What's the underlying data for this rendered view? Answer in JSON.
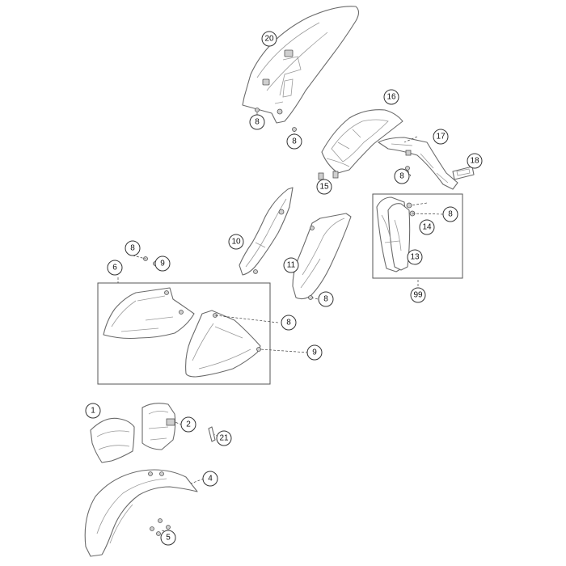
{
  "callouts": [
    {
      "id": "c20",
      "label": "20"
    },
    {
      "id": "c8a",
      "label": "8"
    },
    {
      "id": "c8b",
      "label": "8"
    },
    {
      "id": "c16",
      "label": "16"
    },
    {
      "id": "c17",
      "label": "17"
    },
    {
      "id": "c18",
      "label": "18"
    },
    {
      "id": "c8c",
      "label": "8"
    },
    {
      "id": "c15",
      "label": "15"
    },
    {
      "id": "c8d",
      "label": "8"
    },
    {
      "id": "c14",
      "label": "14"
    },
    {
      "id": "c13",
      "label": "13"
    },
    {
      "id": "c99",
      "label": "99"
    },
    {
      "id": "c10",
      "label": "10"
    },
    {
      "id": "c11",
      "label": "11"
    },
    {
      "id": "c8e",
      "label": "8"
    },
    {
      "id": "c8f",
      "label": "8"
    },
    {
      "id": "c9a",
      "label": "9"
    },
    {
      "id": "c6",
      "label": "6"
    },
    {
      "id": "c8g",
      "label": "8"
    },
    {
      "id": "c9b",
      "label": "9"
    },
    {
      "id": "c1",
      "label": "1"
    },
    {
      "id": "c2",
      "label": "2"
    },
    {
      "id": "c21",
      "label": "21"
    },
    {
      "id": "c4",
      "label": "4"
    },
    {
      "id": "c5",
      "label": "5"
    }
  ],
  "colors": {
    "line": "#6b6b6b",
    "callout": "#333333",
    "background": "#ffffff"
  }
}
